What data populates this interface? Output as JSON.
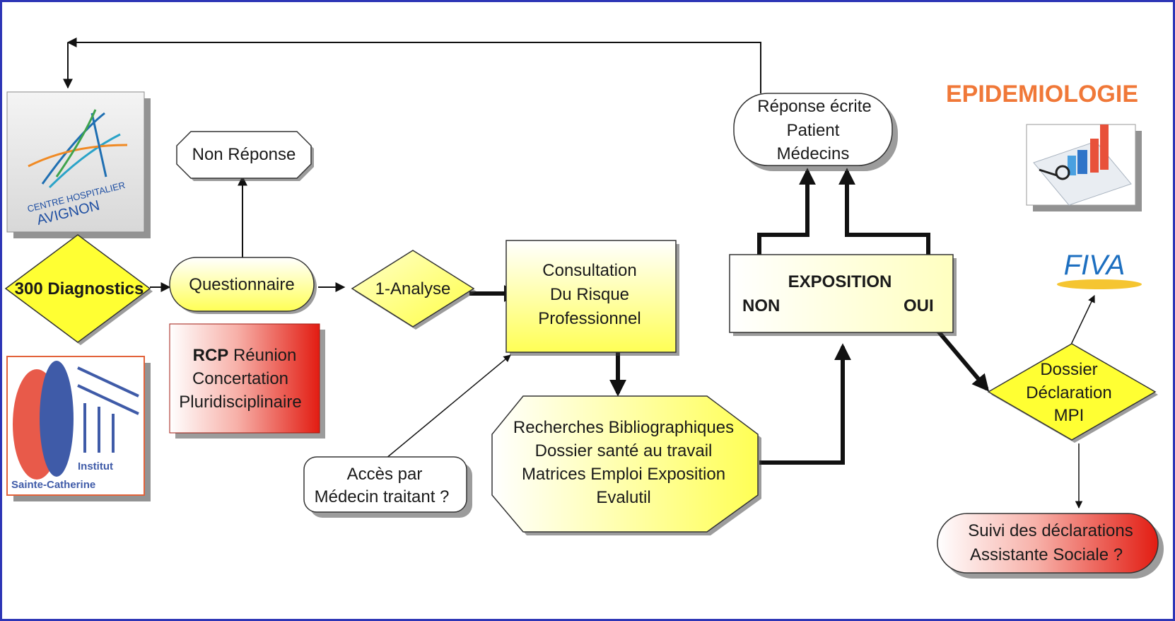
{
  "heading": "EPIDEMIOLOGIE",
  "logos": {
    "avignon": {
      "line1": "CENTRE HOSPITALIER",
      "line2": "AVIGNON"
    },
    "institut": {
      "line1": "Institut",
      "line2": "Sainte-Catherine"
    },
    "fiva": "FIVA",
    "chart_icon": "bar-chart-magnifier-icon"
  },
  "nodes": {
    "diagnostics": "300 Diagnostics",
    "questionnaire": "Questionnaire",
    "non_reponse": "Non Réponse",
    "rcp": {
      "bold": "RCP",
      "rest": " Réunion",
      "line2": "Concertation",
      "line3": "Pluridisciplinaire"
    },
    "analyse": "1-Analyse",
    "consultation": [
      "Consultation",
      "Du Risque",
      "Professionnel"
    ],
    "acces": [
      "Accès par",
      "Médecin traitant ?"
    ],
    "recherches": [
      "Recherches Bibliographiques",
      "Dossier santé au travail",
      "Matrices Emploi Exposition",
      "Evalutil"
    ],
    "exposition": {
      "title": "EXPOSITION",
      "non": "NON",
      "oui": "OUI"
    },
    "reponse": [
      "Réponse écrite",
      "Patient",
      "Médecins"
    ],
    "dossier": [
      "Dossier",
      "Déclaration",
      "MPI"
    ],
    "suivi": [
      "Suivi des déclarations",
      "Assistante Sociale ?"
    ]
  },
  "colors": {
    "border": "#2d35b6",
    "yellow": "#ffff66",
    "orange_title": "#f07838",
    "red": "#e8231b"
  }
}
